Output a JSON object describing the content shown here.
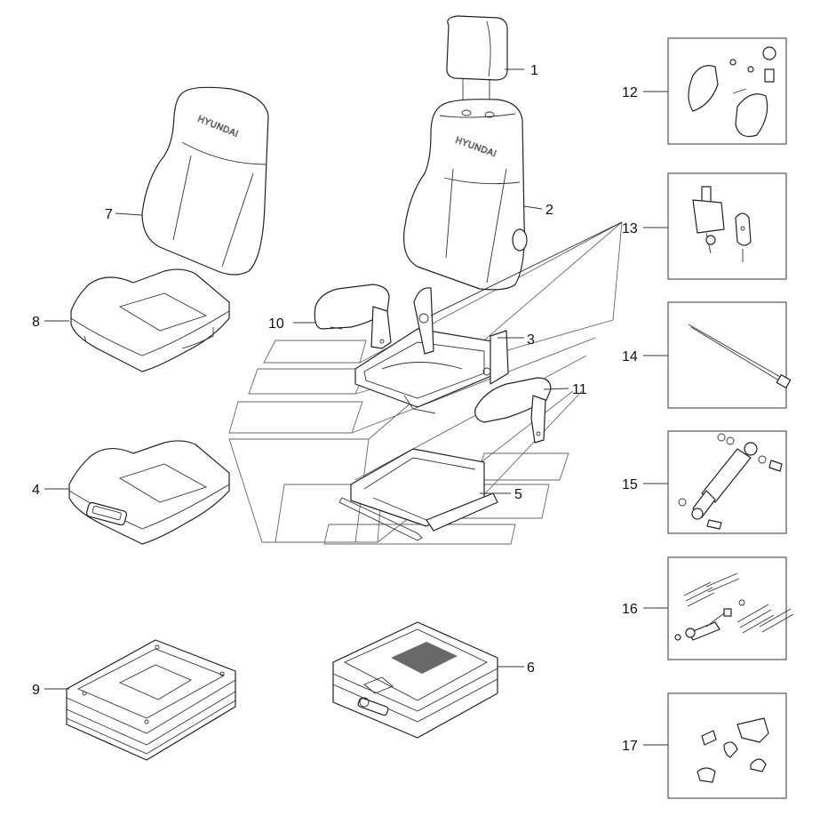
{
  "brand_text": "HYUNDAI",
  "callouts": [
    {
      "id": "1",
      "label": "1"
    },
    {
      "id": "2",
      "label": "2"
    },
    {
      "id": "3",
      "label": "3"
    },
    {
      "id": "4",
      "label": "4"
    },
    {
      "id": "5",
      "label": "5"
    },
    {
      "id": "6",
      "label": "6"
    },
    {
      "id": "7",
      "label": "7"
    },
    {
      "id": "8",
      "label": "8"
    },
    {
      "id": "9",
      "label": "9"
    },
    {
      "id": "10",
      "label": "10"
    },
    {
      "id": "11",
      "label": "11"
    },
    {
      "id": "12",
      "label": "12"
    },
    {
      "id": "13",
      "label": "13"
    },
    {
      "id": "14",
      "label": "14"
    },
    {
      "id": "15",
      "label": "15"
    },
    {
      "id": "16",
      "label": "16"
    },
    {
      "id": "17",
      "label": "17"
    }
  ]
}
